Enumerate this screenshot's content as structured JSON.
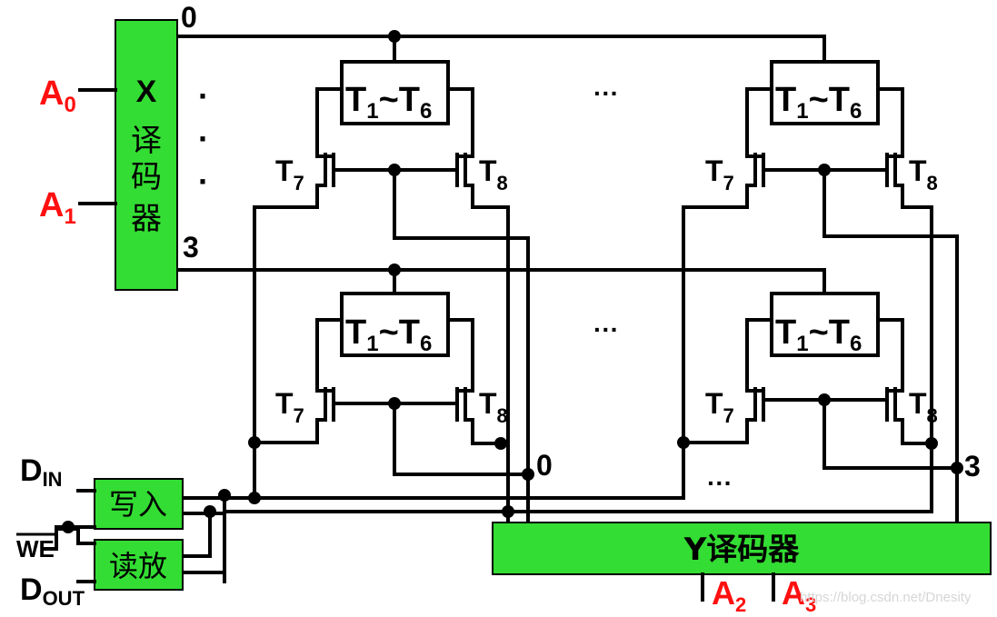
{
  "x_decoder": {
    "label_top": "X",
    "label_chars": [
      "译",
      "码",
      "器"
    ],
    "fill": "#33dd33"
  },
  "y_decoder": {
    "label": "Y译码器",
    "fill": "#33dd33"
  },
  "address_inputs": {
    "a0_base": "A",
    "a0_sub": "0",
    "a1_base": "A",
    "a1_sub": "1",
    "a2_base": "A",
    "a2_sub": "2",
    "a3_base": "A",
    "a3_sub": "3",
    "color": "#ff1010"
  },
  "row_labels": {
    "top": "0",
    "bottom": "3"
  },
  "column_labels": {
    "left": "0",
    "right": "3"
  },
  "vertical_dots": "·",
  "ellipsis": "···",
  "cell": {
    "t16_base": "T",
    "t16_sub1": "1",
    "tilde": "~",
    "t16_sub2": "6",
    "t7_base": "T",
    "t7_sub": "7",
    "t8_base": "T",
    "t8_sub": "8"
  },
  "io": {
    "din_base": "D",
    "din_sub": "IN",
    "we": "WE",
    "dout_base": "D",
    "dout_sub": "OUT",
    "write_amp": "写入",
    "read_amp": "读放"
  },
  "watermark": "https://blog.csdn.net/Dnesity"
}
